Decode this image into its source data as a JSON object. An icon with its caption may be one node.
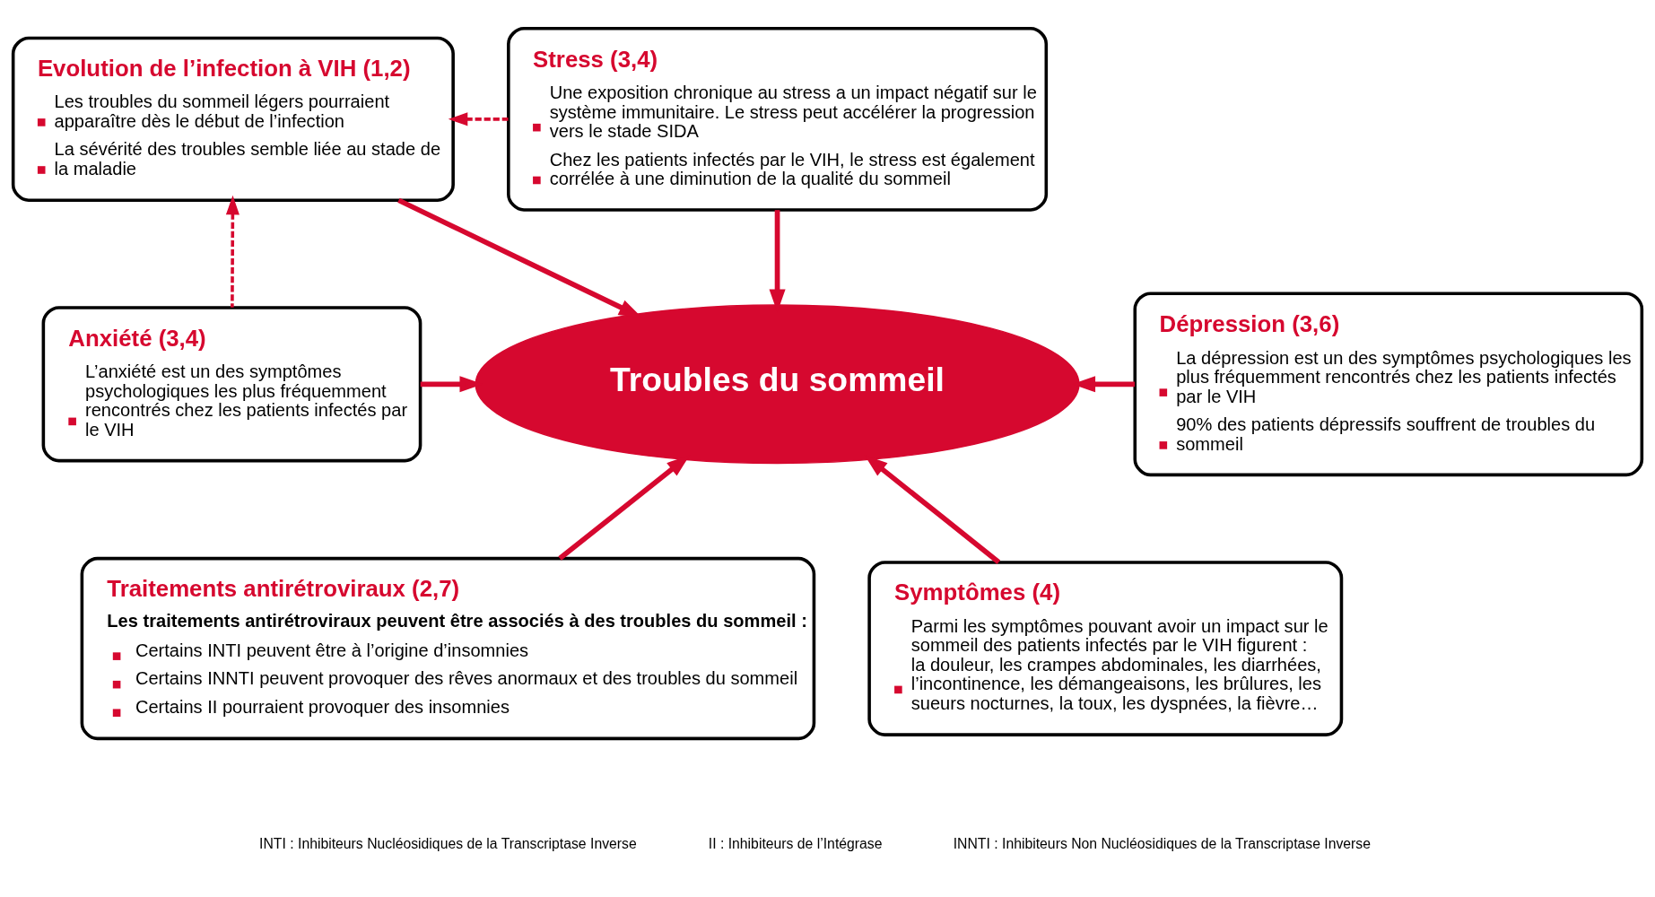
{
  "diagram": {
    "nodes": [
      {
        "text": [
          "Evolution de l’infection à VIH (1,2)",
          "Les troubles du sommeil légers pourraient apparaître dès le début de l’infection",
          "La sévérité des troubles semble liée au stade de la maladie"
        ]
      },
      {
        "text": [
          "Stress (3,4)",
          "Une exposition chronique au stress a un impact négatif sur le système immunitaire. Le stress peut accélérer la progression vers le stade SIDA",
          "Chez les patients infectés par le VIH, le stress est également corrélée à une diminution de la qualité du sommeil"
        ]
      },
      {
        "text": [
          "Anxiété (3,4)",
          "L’anxiété est un des symptômes psychologiques les plus fréquemment rencontrés chez les patients infectés par le VIH"
        ]
      },
      {
        "text": [
          "Troubles du sommeil"
        ]
      },
      {
        "text": [
          "Dépression (3,6)",
          "La dépression est un des symptômes psychologiques les plus fréquemment rencontrés chez les patients infectés par le VIH",
          "90% des patients dépressifs souffrent de troubles du sommeil"
        ]
      },
      {
        "text": [
          "Traitements antirétroviraux (2,7)",
          "Les traitements antirétroviraux peuvent être associés à des troubles du sommeil :",
          "Certains INTI peuvent être à l’origine d’insomnies",
          "Certains INNTI peuvent provoquer des rêves anormaux et des troubles du sommeil",
          "Certains II pourraient provoquer des insomnies"
        ]
      },
      {
        "text": [
          "Symptômes (4)",
          "Parmi les symptômes pouvant avoir un impact sur le sommeil des patients infectés par le VIH figurent : la douleur, les crampes abdominales, les diarrhées, l’incontinence, les démangeaisons, les brûlures, les sueurs nocturnes, la toux, les dyspnées, la fièvre…"
        ]
      }
    ],
    "edges": [
      {
        "from": 0,
        "to": 3,
        "arrow": "to"
      },
      {
        "from": 1,
        "to": 3,
        "arrow": "to"
      },
      {
        "from": 1,
        "to": 0,
        "arrow": "to",
        "style": "dashed"
      },
      {
        "from": 2,
        "to": 0,
        "arrow": "to",
        "style": "dashed"
      },
      {
        "from": 2,
        "to": 3,
        "arrow": "to"
      },
      {
        "from": 4,
        "to": 3,
        "arrow": "to"
      },
      {
        "from": 5,
        "to": 3,
        "arrow": "to"
      },
      {
        "from": 6,
        "to": 3,
        "arrow": "to"
      }
    ],
    "labels": [
      "INTI : Inhibiteurs Nucléosidiques de la Transcriptase Inverse",
      "II : Inhibiteurs de l’Intégrase",
      "INNTI : Inhibiteurs Non Nucléosidiques de la Transcriptase Inverse"
    ]
  }
}
